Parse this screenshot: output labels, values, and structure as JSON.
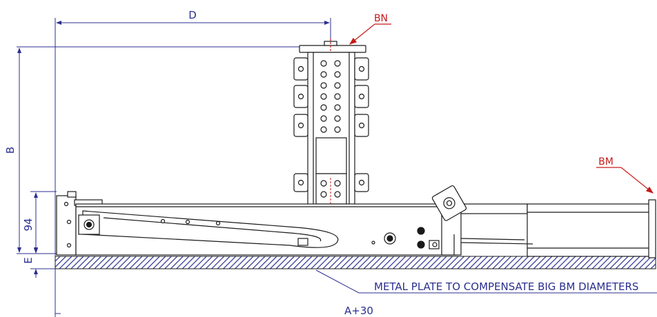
{
  "dimensions": {
    "d_label": "D",
    "b_label": "B",
    "h94_label": "94",
    "e_label": "E",
    "a_label": "A+30"
  },
  "callouts": {
    "bn_label": "BN",
    "bm_label": "BM"
  },
  "note": {
    "text": "METAL PLATE TO COMPENSATE BIG BM DIAMETERS"
  },
  "colors": {
    "dimension": "#2b2f8f",
    "callout": "#c61a1a",
    "outline": "#1a1a1a",
    "plate_hatch": "#2b2f8f"
  }
}
